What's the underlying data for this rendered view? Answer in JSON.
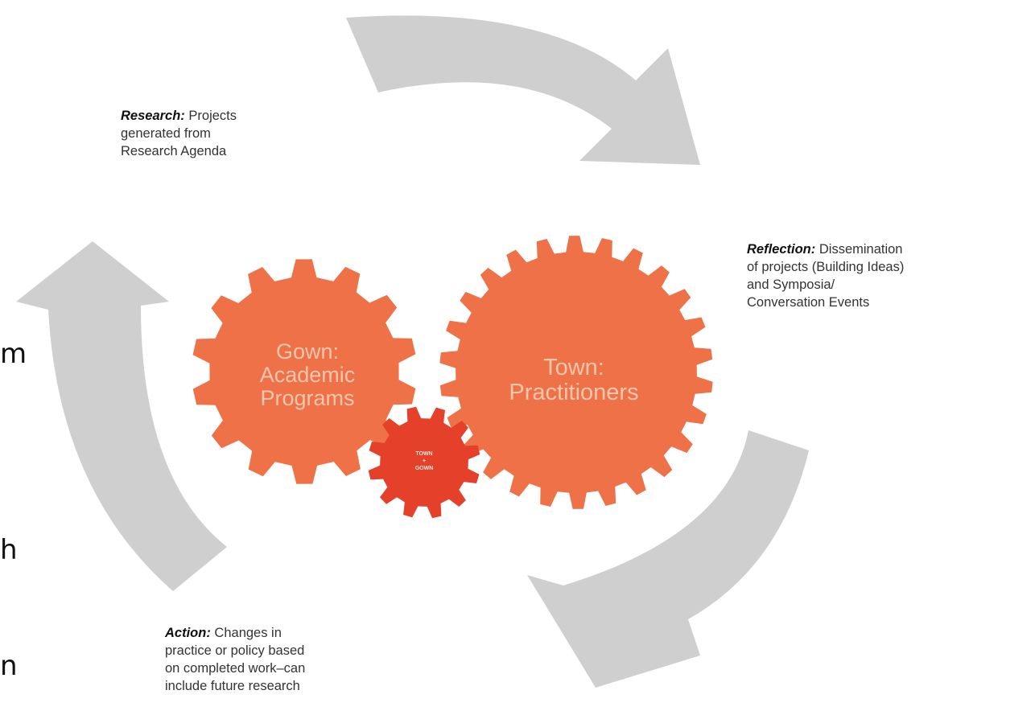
{
  "labels": {
    "research_title": "Research:",
    "research_text_line1": "Projects",
    "research_text_line2": "generated from",
    "research_text_line3": "Research Agenda",
    "reflection_title": "Reflection:",
    "reflection_text_line1": "Dissemination",
    "reflection_text_line2": "of projects (Building Ideas)",
    "reflection_text_line3": "and Symposia/",
    "reflection_text_line4": "Conversation Events",
    "action_title": "Action:",
    "action_text_line1": "Changes in",
    "action_text_line2": "practice or policy based",
    "action_text_line3": "on completed work–can",
    "action_text_line4": "include future research"
  },
  "gears": {
    "gown_line1": "Gown:",
    "gown_line2": "Academic",
    "gown_line3": "Programs",
    "town_line1": "Town:",
    "town_line2": "Practitioners",
    "small_line1": "TOWN",
    "small_line2": "+",
    "small_line3": "GOWN"
  },
  "edge_text": [
    "m",
    "h",
    "n"
  ],
  "colors": {
    "arrow": "#cfcfcf",
    "gear_orange": "#ef7148",
    "gear_small": "#e5402a",
    "gear_text": "#f7c6ad",
    "small_gear_text": "#fde4dc"
  }
}
